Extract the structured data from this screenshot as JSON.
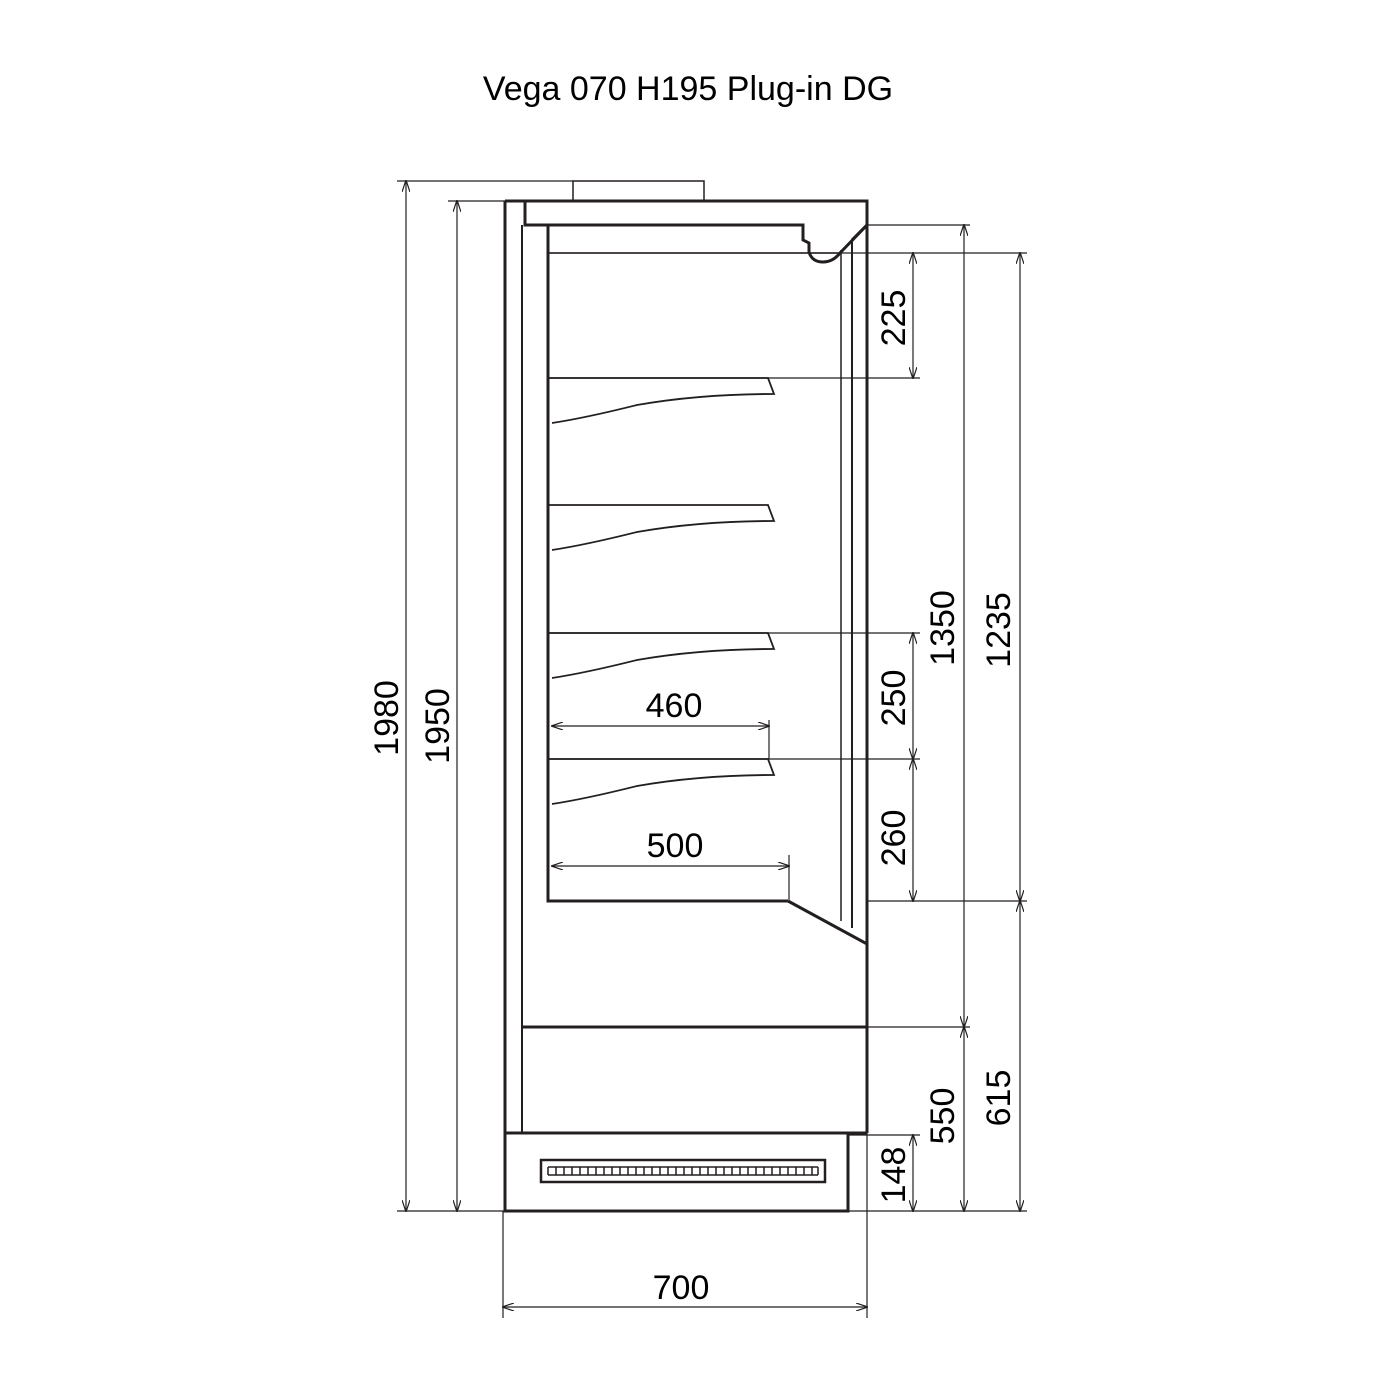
{
  "title": "Vega 070 H195 Plug-in DG",
  "dimensions": {
    "overall_height_1": "1980",
    "overall_height_2": "1950",
    "top_clearance": "225",
    "shelf_spacing_upper": "250",
    "shelf_spacing_lower": "260",
    "display_height": "1350",
    "opening_height": "1235",
    "base_height": "550",
    "deck_height": "615",
    "plinth_height": "148",
    "overall_depth": "700",
    "shelf_depth": "460",
    "deck_depth": "500"
  },
  "colors": {
    "line": "#231f20",
    "text": "#000000",
    "background": "#ffffff"
  }
}
